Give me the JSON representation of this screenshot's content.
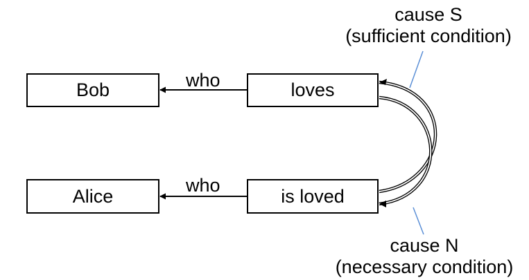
{
  "nodes": {
    "bob": "Bob",
    "loves": "loves",
    "alice": "Alice",
    "is_loved": "is loved"
  },
  "edges": {
    "bob_who": "who",
    "alice_who": "who"
  },
  "annotations": {
    "cause_s_title": "cause S",
    "cause_s_sub": "(sufficient condition)",
    "cause_n_title": "cause N",
    "cause_n_sub": "(necessary condition)"
  },
  "colors": {
    "leader_line": "#5b8fd6",
    "stroke": "#000000"
  }
}
